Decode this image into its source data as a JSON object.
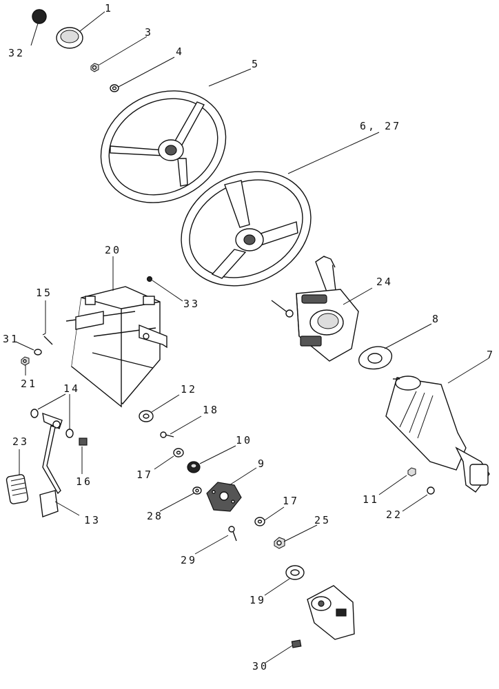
{
  "callouts": [
    {
      "id": "c1",
      "text": "1"
    },
    {
      "id": "c3",
      "text": "3"
    },
    {
      "id": "c4",
      "text": "4"
    },
    {
      "id": "c5",
      "text": "5"
    },
    {
      "id": "c6",
      "text": "6, 27"
    },
    {
      "id": "c32",
      "text": "32"
    },
    {
      "id": "c20",
      "text": "20"
    },
    {
      "id": "c33",
      "text": "33"
    },
    {
      "id": "c24",
      "text": "24"
    },
    {
      "id": "c8",
      "text": "8"
    },
    {
      "id": "c15",
      "text": "15"
    },
    {
      "id": "c31",
      "text": "31"
    },
    {
      "id": "c21",
      "text": "21"
    },
    {
      "id": "c14",
      "text": "14"
    },
    {
      "id": "c7",
      "text": "7"
    },
    {
      "id": "c12",
      "text": "12"
    },
    {
      "id": "c18",
      "text": "18"
    },
    {
      "id": "c23",
      "text": "23"
    },
    {
      "id": "c16",
      "text": "16"
    },
    {
      "id": "c10",
      "text": "10"
    },
    {
      "id": "c17a",
      "text": "17"
    },
    {
      "id": "c9",
      "text": "9"
    },
    {
      "id": "c13",
      "text": "13"
    },
    {
      "id": "c28",
      "text": "28"
    },
    {
      "id": "c11",
      "text": "11"
    },
    {
      "id": "c22",
      "text": "22"
    },
    {
      "id": "c17b",
      "text": "17"
    },
    {
      "id": "c25",
      "text": "25"
    },
    {
      "id": "c29",
      "text": "29"
    },
    {
      "id": "c19",
      "text": "19"
    },
    {
      "id": "c30",
      "text": "30"
    }
  ]
}
